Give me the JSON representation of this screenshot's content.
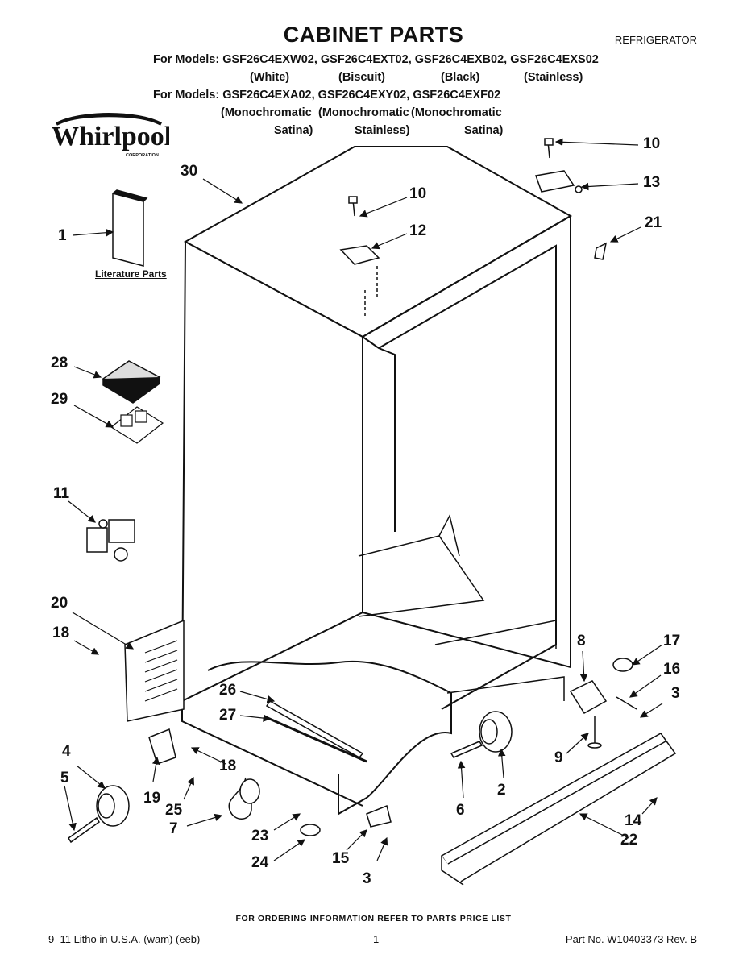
{
  "header": {
    "title": "CABINET PARTS",
    "category": "REFRIGERATOR",
    "models_line1_label": "For Models:",
    "models_line1": "GSF26C4EXW02, GSF26C4EXT02, GSF26C4EXB02, GSF26C4EXS02",
    "colors_line1": [
      "(White)",
      "(Biscuit)",
      "(Black)",
      "(Stainless)"
    ],
    "models_line2_label": "For Models:",
    "models_line2": "GSF26C4EXA02, GSF26C4EXY02, GSF26C4EXF02",
    "colors_line2_top": [
      "(Monochromatic",
      "(Monochromatic",
      "(Monochromatic"
    ],
    "colors_line2_bottom": [
      "Satina)",
      "Stainless)",
      "Satina)"
    ],
    "brand": "Whirlpool",
    "brand_sub": "CORPORATION"
  },
  "diagram": {
    "literature_label": "Literature Parts",
    "callouts": {
      "c1": "1",
      "c2": "2",
      "c3a": "3",
      "c3b": "3",
      "c4": "4",
      "c5": "5",
      "c6": "6",
      "c7": "7",
      "c8": "8",
      "c9": "9",
      "c10a": "10",
      "c10b": "10",
      "c11": "11",
      "c12": "12",
      "c13": "13",
      "c14": "14",
      "c15": "15",
      "c16": "16",
      "c17": "17",
      "c18a": "18",
      "c18b": "18",
      "c19": "19",
      "c20": "20",
      "c21": "21",
      "c22": "22",
      "c23": "23",
      "c24": "24",
      "c25": "25",
      "c26": "26",
      "c27": "27",
      "c28": "28",
      "c29": "29",
      "c30": "30"
    }
  },
  "footer": {
    "ordering_note": "FOR ORDERING INFORMATION REFER TO PARTS PRICE LIST",
    "litho": "9–11 Litho in U.S.A. (wam) (eeb)",
    "page_number": "1",
    "part_number": "Part No. W10403373 Rev. B"
  }
}
